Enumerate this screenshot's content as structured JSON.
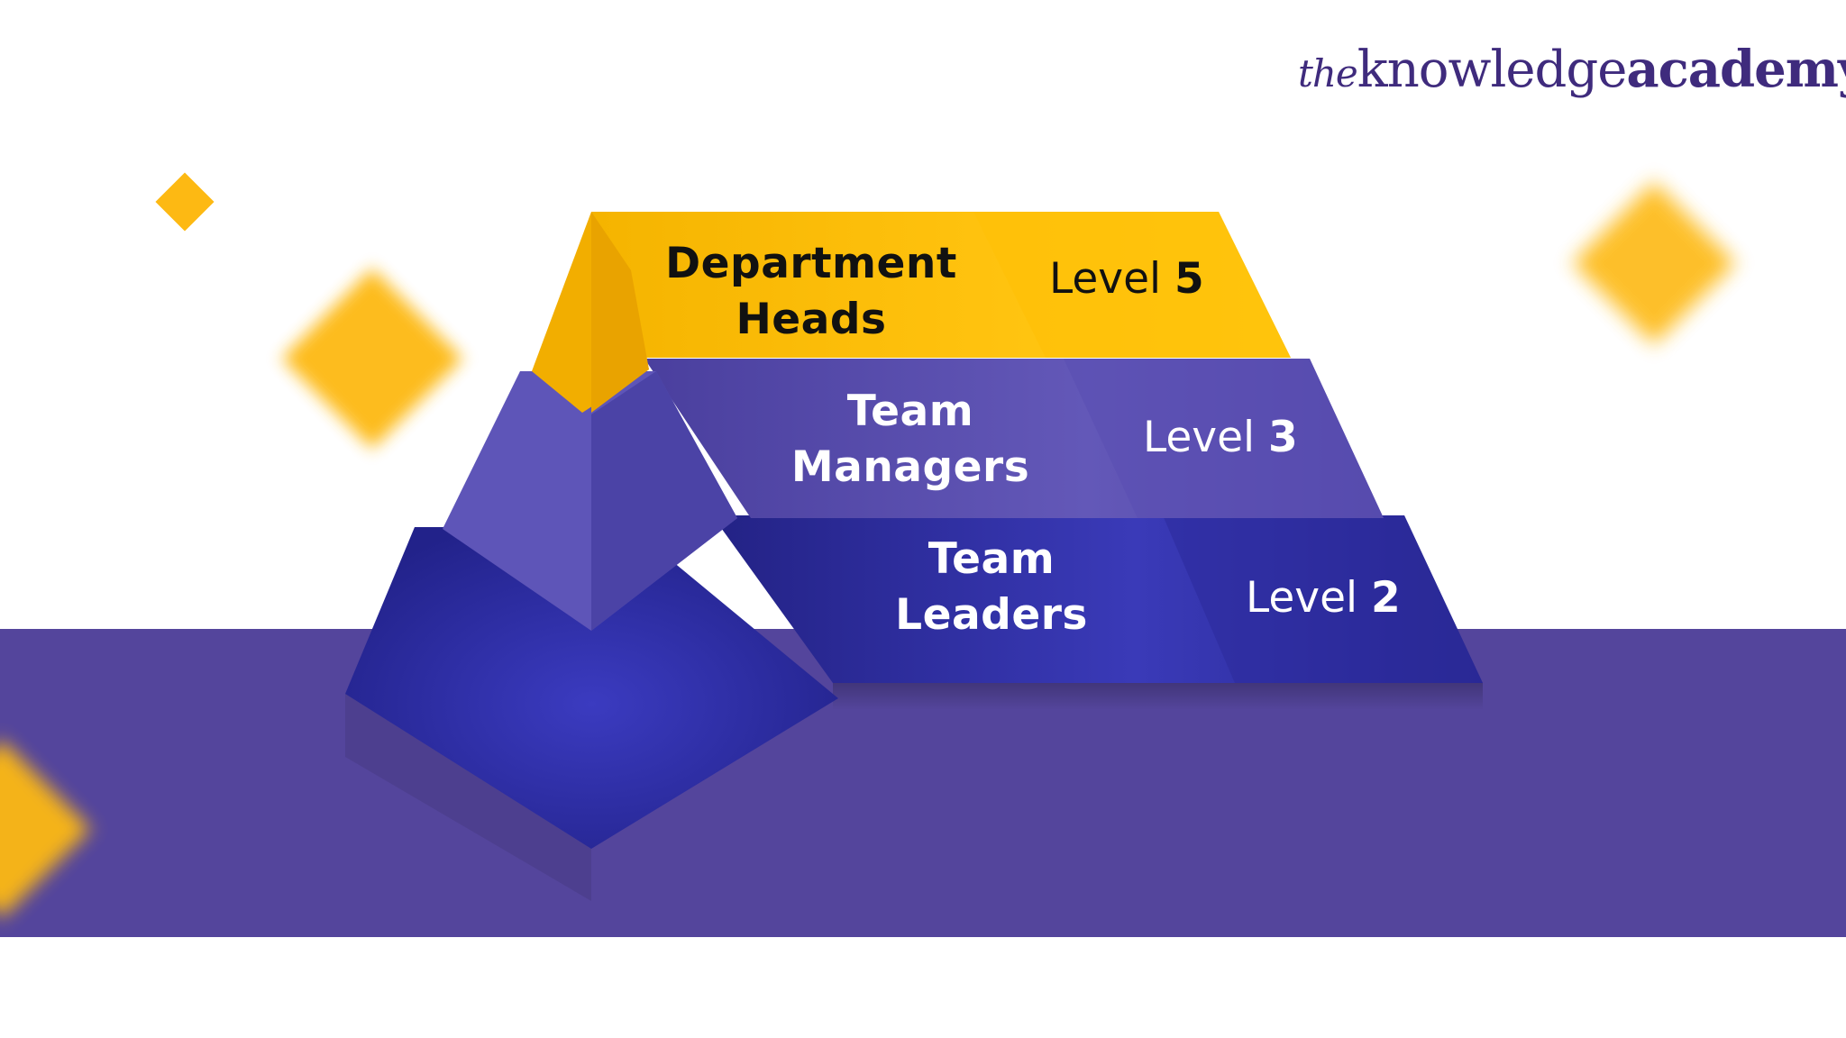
{
  "brand": {
    "logo_the": "the",
    "logo_knowledge": "knowledge",
    "logo_academy": "academy",
    "color": "#3f2b7d"
  },
  "colors": {
    "gold": "#fdb913",
    "purple_band": "#54459c",
    "purple_mid": "#5b4fb3",
    "indigo": "#2f2ea0"
  },
  "tiers": [
    {
      "name_line1": "Department",
      "name_line2": "Heads",
      "level_word": "Level",
      "level_number": "5"
    },
    {
      "name_line1": "Team",
      "name_line2": "Managers",
      "level_word": "Level",
      "level_number": "3"
    },
    {
      "name_line1": "Team",
      "name_line2": "Leaders",
      "level_word": "Level",
      "level_number": "2"
    }
  ]
}
